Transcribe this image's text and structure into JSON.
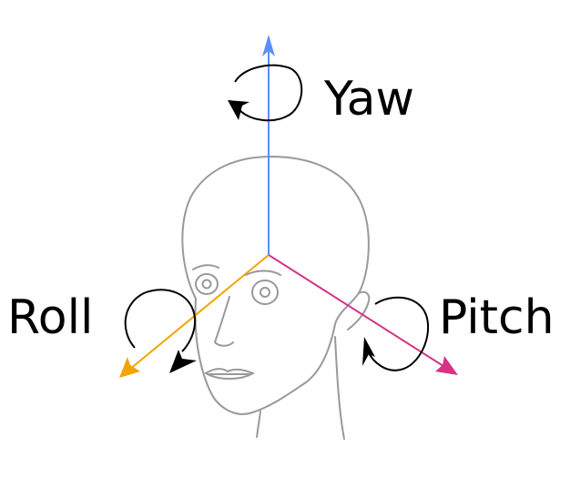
{
  "labels": {
    "yaw": "Yaw",
    "pitch": "Pitch",
    "roll": "Roll"
  },
  "colors": {
    "yaw_axis": "#5b8ff9",
    "pitch_axis": "#d63384",
    "roll_axis": "#f0a500",
    "head_outline": "#999999",
    "rotation_arrow": "#000000"
  }
}
